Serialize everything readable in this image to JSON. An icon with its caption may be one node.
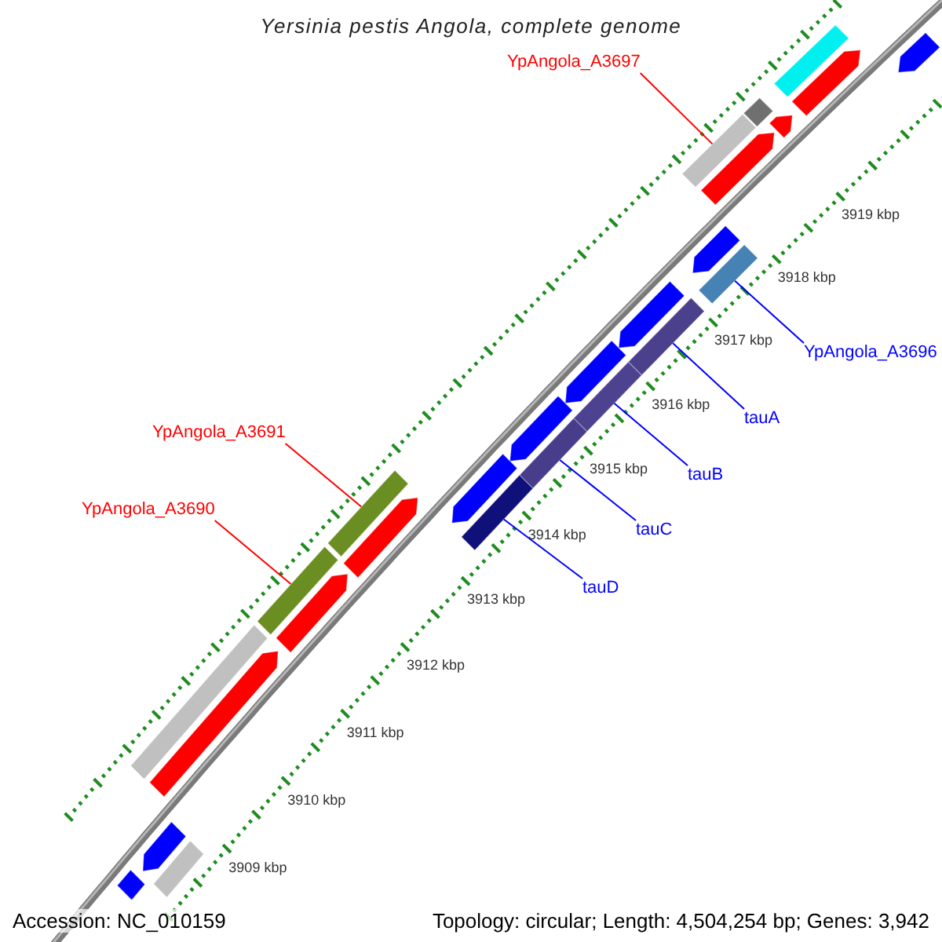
{
  "diagram": {
    "title": "Yersinia pestis Angola, complete genome",
    "nodes": [
      {
        "text": [
          "YpAngola_A3697"
        ]
      },
      {
        "text": [
          "YpAngola_A3696"
        ]
      },
      {
        "text": [
          "tauA"
        ]
      },
      {
        "text": [
          "YpAngola_A3691"
        ]
      },
      {
        "text": [
          "tauB"
        ]
      },
      {
        "text": [
          "YpAngola_A3690"
        ]
      },
      {
        "text": [
          "tauC"
        ]
      },
      {
        "text": [
          "tauD"
        ]
      },
      {
        "text": [],
        "shape": "bar"
      },
      {
        "text": [],
        "shape": "bar"
      },
      {
        "text": [],
        "shape": "bar"
      },
      {
        "text": [],
        "shape": "bar"
      },
      {
        "text": [],
        "shape": "bar"
      },
      {
        "text": [],
        "shape": "bar"
      },
      {
        "text": [],
        "shape": "bar"
      },
      {
        "text": [],
        "shape": "bar"
      },
      {
        "text": [],
        "shape": "bar"
      },
      {
        "text": [],
        "shape": "bar"
      },
      {
        "text": [],
        "shape": "bar"
      },
      {
        "text": [],
        "shape": "bar"
      },
      {
        "text": [],
        "shape": "bar"
      },
      {
        "text": [],
        "shape": "bar"
      },
      {
        "text": [],
        "shape": "bar"
      },
      {
        "text": [],
        "shape": "bar"
      },
      {
        "text": [],
        "shape": "bar"
      },
      {
        "text": [],
        "shape": "bar"
      },
      {
        "text": [],
        "shape": "bar"
      },
      {
        "text": [],
        "shape": "bar"
      },
      {
        "text": [],
        "shape": "bar"
      },
      {
        "text": [],
        "shape": "bar"
      },
      {
        "text": [],
        "shape": "bar"
      },
      {
        "text": [],
        "shape": "bar"
      },
      {
        "text": [],
        "shape": "bar"
      },
      {
        "text": [],
        "shape": "bar"
      }
    ],
    "edges": [
      {
        "from": 0,
        "to": 8,
        "arrow": "none",
        "color": "#ff0000"
      },
      {
        "from": 1,
        "to": 9,
        "arrow": "none"
      },
      {
        "from": 2,
        "to": 10,
        "arrow": "none"
      },
      {
        "from": 3,
        "to": 13,
        "arrow": "none",
        "color": "#ff0000"
      },
      {
        "from": 4,
        "to": 11,
        "arrow": "none"
      },
      {
        "from": 5,
        "to": 15,
        "arrow": "none",
        "color": "#ff0000"
      },
      {
        "from": 6,
        "to": 12,
        "arrow": "none"
      },
      {
        "from": 7,
        "to": 14,
        "arrow": "none"
      }
    ],
    "labels": [
      "3919 kbp",
      "3918 kbp",
      "3917 kbp",
      "3916 kbp",
      "3915 kbp",
      "3914 kbp",
      "3913 kbp",
      "3912 kbp",
      "3911 kbp",
      "3910 kbp",
      "3909 kbp",
      "Accession: NC_010159",
      "Topology: circular; Length: 4,504,254 bp; Genes: 3,942"
    ]
  }
}
